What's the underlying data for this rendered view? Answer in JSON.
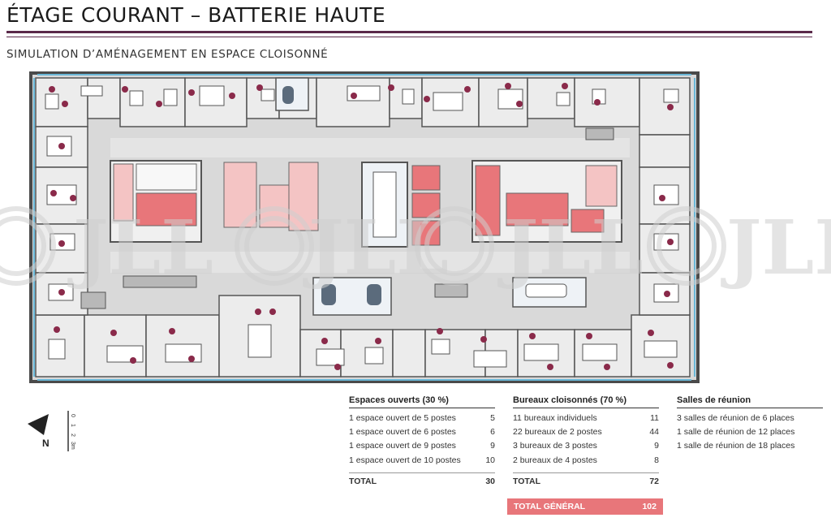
{
  "header": {
    "title": "ÉTAGE COURANT – BATTERIE HAUTE",
    "subtitle": "SIMULATION D’AMÉNAGEMENT EN ESPACE CLOISONNÉ"
  },
  "watermark": {
    "text": "JLL"
  },
  "compass": {
    "north": "N",
    "scale": [
      "0",
      "1",
      "2",
      "3m"
    ]
  },
  "open_spaces": {
    "title": "Espaces ouverts (30 %)",
    "rows": [
      {
        "label": "1 espace ouvert de 5 postes",
        "value": "5"
      },
      {
        "label": "1 espace ouvert de 6 postes",
        "value": "6"
      },
      {
        "label": "1 espace ouvert de 9 postes",
        "value": "9"
      },
      {
        "label": "1 espace ouvert de 10 postes",
        "value": "10"
      }
    ],
    "total_label": "TOTAL",
    "total_value": "30"
  },
  "closed_offices": {
    "title": "Bureaux cloisonnés (70 %)",
    "rows": [
      {
        "label": "11 bureaux individuels",
        "value": "11"
      },
      {
        "label": "22 bureaux de 2 postes",
        "value": "44"
      },
      {
        "label": "3 bureaux de 3 postes",
        "value": "9"
      },
      {
        "label": "2 bureaux de 4 postes",
        "value": "8"
      }
    ],
    "total_label": "TOTAL",
    "total_value": "72"
  },
  "meeting_rooms": {
    "title": "Salles de réunion",
    "rows": [
      {
        "label": "3 salles de réunion de 6 places"
      },
      {
        "label": "1 salle de réunion de 12 places"
      },
      {
        "label": "1 salle de réunion de 18 places"
      }
    ]
  },
  "grand_total": {
    "label": "TOTAL GÉNÉRAL",
    "value": "102"
  },
  "colors": {
    "accent": "#5a2a4a",
    "core_red": "#e8767a",
    "core_pink": "#f4c4c4",
    "floor": "#d9d9d9",
    "wall": "#4a4a4a",
    "chair": "#8a2a4a",
    "window": "#6ab8d8"
  }
}
